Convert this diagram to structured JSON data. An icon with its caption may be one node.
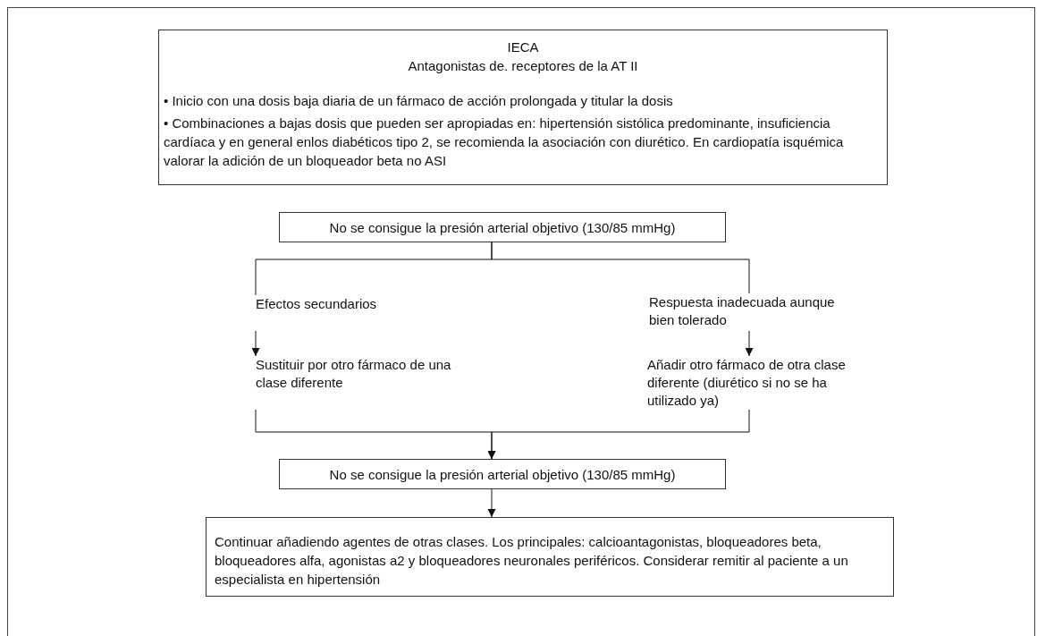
{
  "diagram": {
    "nodes": [
      {
        "text": [
          "IECA",
          "Antagonistas de. receptores de la AT II",
          "• Inicio con una dosis baja diaria de un fármaco de acción prolongada y titular la dosis",
          "• Combinaciones a bajas dosis que pueden ser apropiadas en: hipertensión sistólica predominante, insuficiencia cardíaca y en general enlos diabéticos tipo 2, se recomienda la asociación con diurético. En cardiopatía isquémica valorar la adición de un bloqueador beta no ASI"
        ]
      },
      {
        "text": [
          "No se consigue la presión arterial objetivo (130/85 mmHg)"
        ]
      },
      {
        "text": [
          "Efectos secundarios"
        ]
      },
      {
        "text": [
          "Respuesta inadecuada aunque bien tolerado"
        ]
      },
      {
        "text": [
          "Sustituir por otro fármaco de una clase diferente"
        ]
      },
      {
        "text": [
          "Añadir otro fármaco de otra clase diferente (diurético si no se ha utilizado ya)"
        ]
      },
      {
        "text": [
          "No se consigue la presión arterial objetivo (130/85 mmHg)"
        ]
      },
      {
        "text": [
          "Continuar añadiendo agentes de otras clases. Los principales: calcioantagonistas, bloqueadores beta, bloqueadores alfa, agonistas a2 y bloqueadores neuronales periféricos. Considerar remitir al paciente a un especialista en hipertensión"
        ]
      }
    ],
    "edges": [
      {
        "from": 1,
        "to": 2,
        "arrow": "none"
      },
      {
        "from": 1,
        "to": 3,
        "arrow": "none"
      },
      {
        "from": 2,
        "to": 4,
        "arrow": "to"
      },
      {
        "from": 3,
        "to": 5,
        "arrow": "to"
      },
      {
        "from": 4,
        "to": 6,
        "arrow": "to"
      },
      {
        "from": 5,
        "to": 6,
        "arrow": "to"
      },
      {
        "from": 6,
        "to": 7,
        "arrow": "to"
      }
    ]
  }
}
